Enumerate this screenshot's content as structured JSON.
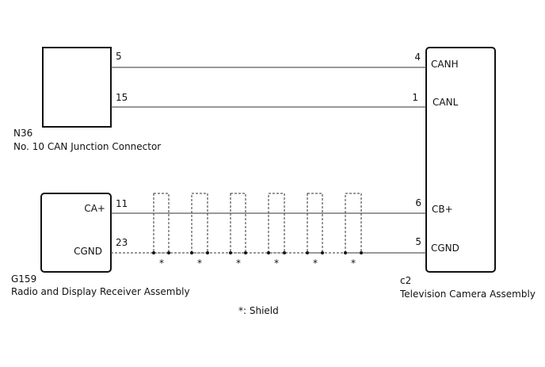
{
  "components": {
    "n36": {
      "code": "N36",
      "name": "No. 10 CAN Junction Connector",
      "pins": [
        "5",
        "15"
      ]
    },
    "g159": {
      "code": "G159",
      "name": "Radio and Display Receiver Assembly",
      "pins": [
        "11",
        "23"
      ],
      "terminals": [
        "CA+",
        "CGND"
      ]
    },
    "c2": {
      "code": "c2",
      "name": "Television Camera Assembly",
      "pins": [
        "4",
        "1",
        "6",
        "5"
      ],
      "terminals": [
        "CANH",
        "CANL",
        "CB+",
        "CGND"
      ]
    }
  },
  "shield": {
    "marker": "*",
    "legend": "*: Shield"
  }
}
